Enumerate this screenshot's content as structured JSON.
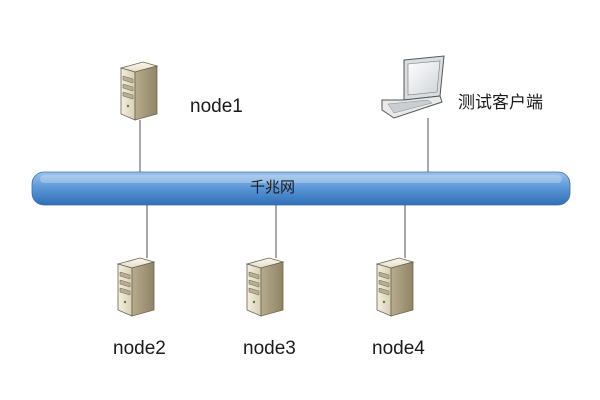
{
  "network": {
    "bus_label": "千兆网",
    "bus_color": "#4a86c8"
  },
  "nodes": {
    "node1": "node1",
    "node2": "node2",
    "node3": "node3",
    "node4": "node4",
    "client": "测试客户端"
  },
  "icons": {
    "server": "server-tower-icon",
    "client": "laptop-icon"
  }
}
